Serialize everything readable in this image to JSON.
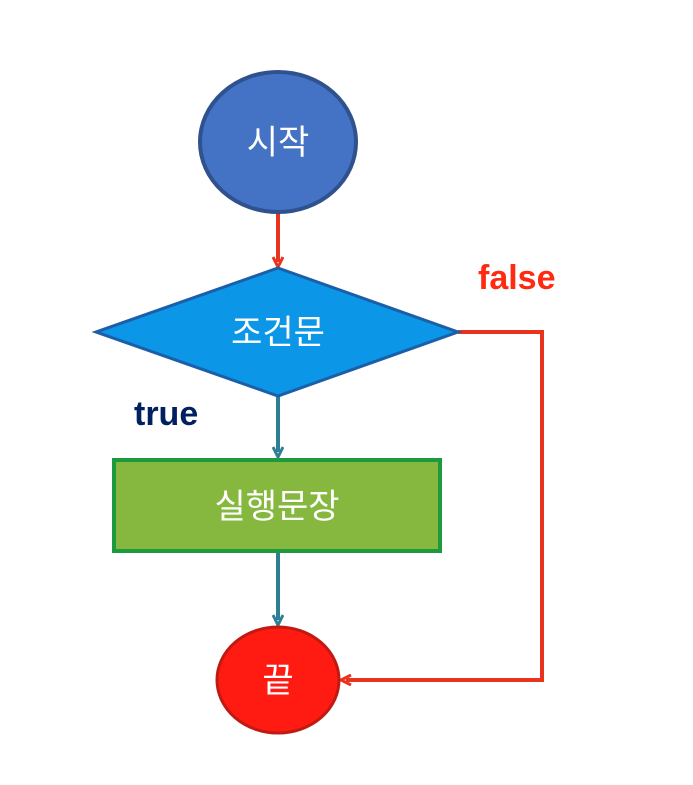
{
  "nodes": {
    "start": {
      "label": "시작",
      "fill": "#4472C4",
      "stroke": "#2F528F"
    },
    "condition": {
      "label": "조건문",
      "fill": "#0B96E8",
      "stroke": "#1A5FA8"
    },
    "process": {
      "label": "실행문장",
      "fill": "#86B840",
      "stroke": "#1E9A3E"
    },
    "end": {
      "label": "끝",
      "fill": "#FF1A12",
      "stroke": "#C01A12"
    }
  },
  "edges": {
    "true_label": "true",
    "false_label": "false",
    "true_color": "#002060",
    "false_color": "#FF2A12",
    "blue_arrow_color": "#2F7F94",
    "red_arrow_color": "#E8331E"
  }
}
